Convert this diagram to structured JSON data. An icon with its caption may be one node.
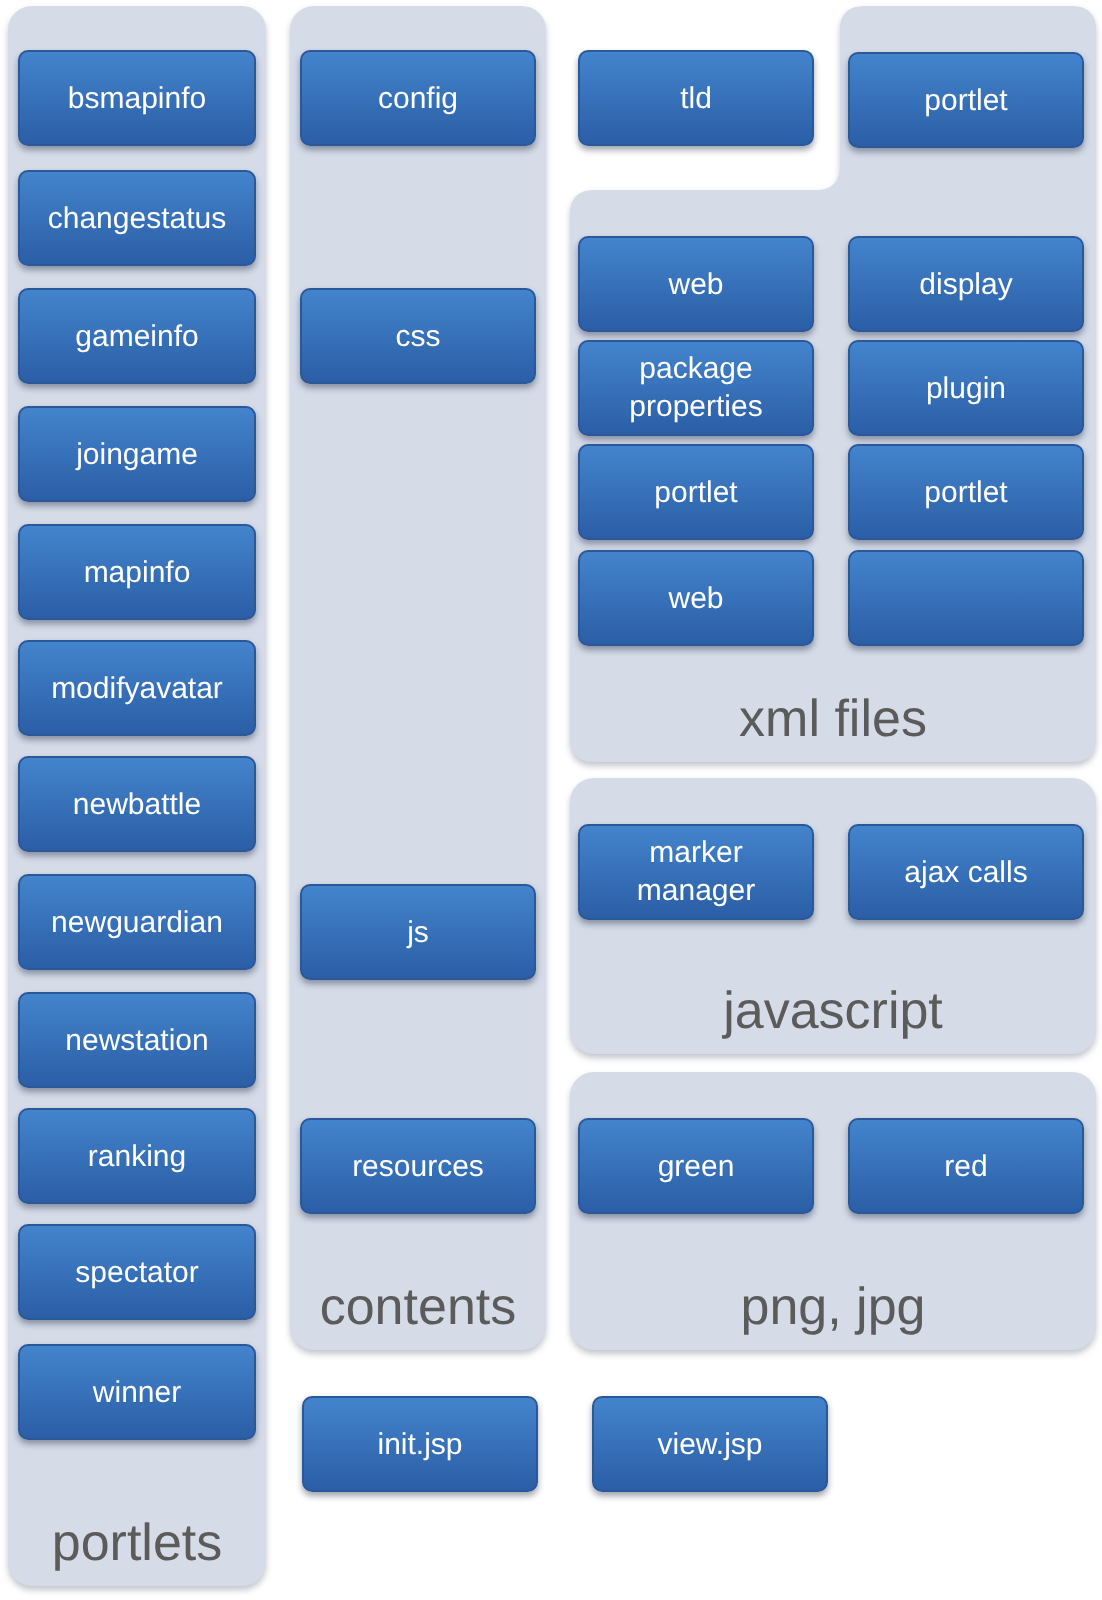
{
  "diagram": {
    "nodes": [
      {
        "text": [
          "portlets"
        ]
      },
      {
        "text": [
          "bsmapinfo"
        ],
        "in": 0
      },
      {
        "text": [
          "changestatus"
        ],
        "in": 0
      },
      {
        "text": [
          "gameinfo"
        ],
        "in": 0
      },
      {
        "text": [
          "joingame"
        ],
        "in": 0
      },
      {
        "text": [
          "mapinfo"
        ],
        "in": 0
      },
      {
        "text": [
          "modifyavatar"
        ],
        "in": 0
      },
      {
        "text": [
          "newbattle"
        ],
        "in": 0
      },
      {
        "text": [
          "newguardian"
        ],
        "in": 0
      },
      {
        "text": [
          "newstation"
        ],
        "in": 0
      },
      {
        "text": [
          "ranking"
        ],
        "in": 0
      },
      {
        "text": [
          "spectator"
        ],
        "in": 0
      },
      {
        "text": [
          "winner"
        ],
        "in": 0
      },
      {
        "text": [
          "contents"
        ]
      },
      {
        "text": [
          "config"
        ],
        "in": 13
      },
      {
        "text": [
          "css"
        ],
        "in": 13
      },
      {
        "text": [
          "js"
        ],
        "in": 13
      },
      {
        "text": [
          "resources"
        ],
        "in": 13
      },
      {
        "text": [
          "tld"
        ]
      },
      {
        "text": [
          "xml files"
        ]
      },
      {
        "text": [
          "portlet"
        ],
        "in": 19
      },
      {
        "text": [
          "web"
        ],
        "in": 19
      },
      {
        "text": [
          "display"
        ],
        "in": 19
      },
      {
        "text": [
          "package properties"
        ],
        "in": 19
      },
      {
        "text": [
          "plugin"
        ],
        "in": 19
      },
      {
        "text": [
          "portlet"
        ],
        "in": 19
      },
      {
        "text": [
          "portlet"
        ],
        "in": 19
      },
      {
        "text": [
          "web"
        ],
        "in": 19
      },
      {
        "text": [],
        "shape": "box",
        "in": 19
      },
      {
        "text": [
          "javascript"
        ]
      },
      {
        "text": [
          "marker manager"
        ],
        "in": 29
      },
      {
        "text": [
          "ajax calls"
        ],
        "in": 29
      },
      {
        "text": [
          "png, jpg"
        ]
      },
      {
        "text": [
          "green"
        ],
        "in": 32
      },
      {
        "text": [
          "red"
        ],
        "in": 32
      },
      {
        "text": [
          "init.jsp"
        ]
      },
      {
        "text": [
          "view.jsp"
        ]
      }
    ]
  }
}
